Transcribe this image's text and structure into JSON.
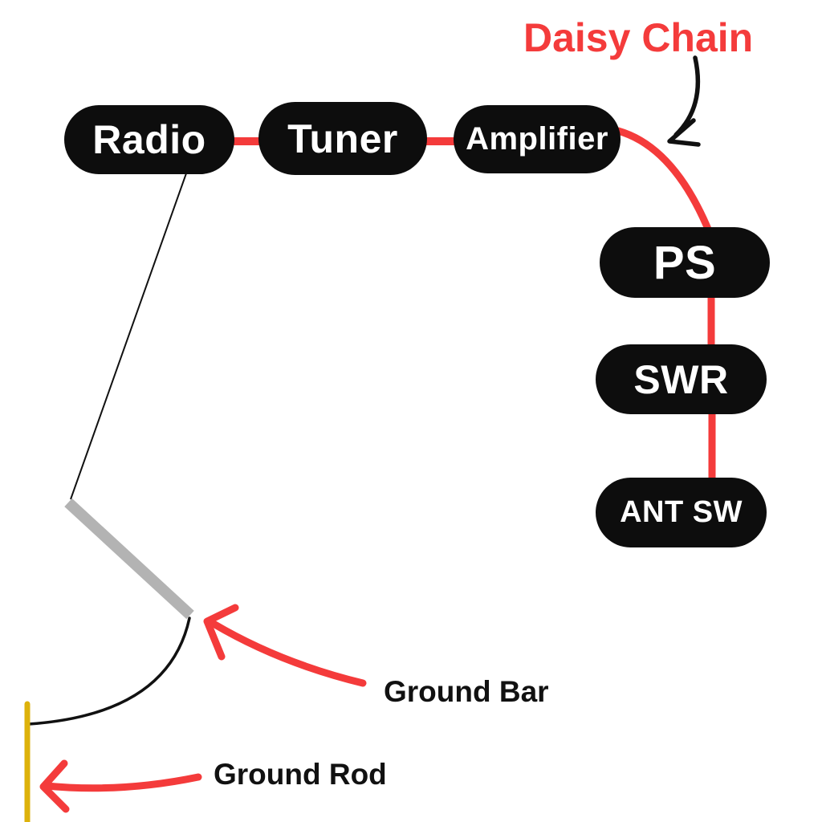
{
  "annotations": {
    "daisy_chain": {
      "text": "Daisy Chain"
    },
    "ground_bar": {
      "text": "Ground Bar"
    },
    "ground_rod": {
      "text": "Ground Rod"
    }
  },
  "nodes": [
    {
      "id": "radio",
      "label": "Radio"
    },
    {
      "id": "tuner",
      "label": "Tuner"
    },
    {
      "id": "amplifier",
      "label": "Amplifier"
    },
    {
      "id": "ps",
      "label": "PS"
    },
    {
      "id": "swr",
      "label": "SWR"
    },
    {
      "id": "ant-sw",
      "label": "ANT SW"
    }
  ],
  "chain_order": [
    "Radio",
    "Tuner",
    "Amplifier",
    "PS",
    "SWR",
    "ANT SW"
  ],
  "connections": [
    {
      "from": "Radio",
      "to": "Tuner",
      "style": "red-chain"
    },
    {
      "from": "Tuner",
      "to": "Amplifier",
      "style": "red-chain"
    },
    {
      "from": "Amplifier",
      "to": "PS",
      "style": "red-chain-curve"
    },
    {
      "from": "PS",
      "to": "SWR",
      "style": "red-chain"
    },
    {
      "from": "SWR",
      "to": "ANT SW",
      "style": "red-chain"
    },
    {
      "from": "Radio",
      "to": "Ground Bar",
      "style": "thin-black-wire"
    },
    {
      "from": "Ground Bar",
      "to": "Ground Rod",
      "style": "black-curved-wire"
    }
  ],
  "colors": {
    "chain": "#f43b3b",
    "arrow_red": "#f43b3b",
    "annotation_red": "#f43b3b",
    "node_bg": "#0d0d0d",
    "node_text": "#ffffff",
    "ground_bar": "#b3b3b3",
    "ground_rod": "#ddb20b",
    "wire_black": "#111111",
    "background": "#ffffff"
  }
}
